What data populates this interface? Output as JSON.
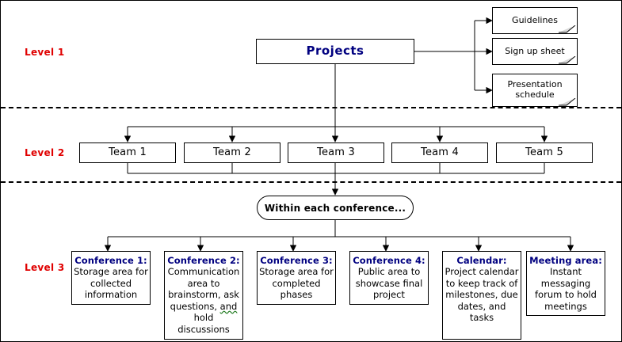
{
  "diagram": {
    "title": "Project Structure Diagram",
    "colors": {
      "level_label": "#e00000",
      "heading": "#000080",
      "body": "#000000",
      "canvas": "#ffffff",
      "line": "#000000",
      "grammar_squiggle": "#1f7a1f"
    },
    "levels": [
      {
        "id": "level-1",
        "label": "Level 1"
      },
      {
        "id": "level-2",
        "label": "Level 2"
      },
      {
        "id": "level-3",
        "label": "Level 3"
      }
    ],
    "root": {
      "label": "Projects"
    },
    "documents": [
      {
        "label": "Guidelines"
      },
      {
        "label": "Sign up sheet"
      },
      {
        "label": "Presentation schedule"
      }
    ],
    "teams": [
      {
        "label": "Team 1"
      },
      {
        "label": "Team 2"
      },
      {
        "label": "Team 3"
      },
      {
        "label": "Team 4"
      },
      {
        "label": "Team 5"
      }
    ],
    "gateway": {
      "label": "Within each conference..."
    },
    "conferences": [
      {
        "title": "Conference 1:",
        "desc": "Storage area for collected information"
      },
      {
        "title": "Conference 2:",
        "desc_pre": "Communication area to brainstorm, ask questions, ",
        "desc_flagged": "and",
        "desc_post": " hold discussions"
      },
      {
        "title": "Conference 3:",
        "desc": "Storage area for completed phases"
      },
      {
        "title": "Conference 4:",
        "desc": "Public area to showcase final project"
      },
      {
        "title": "Calendar:",
        "desc": "Project calendar to keep track of milestones, due dates, and tasks"
      },
      {
        "title": "Meeting area:",
        "desc": "Instant messaging forum to hold meetings"
      }
    ]
  }
}
